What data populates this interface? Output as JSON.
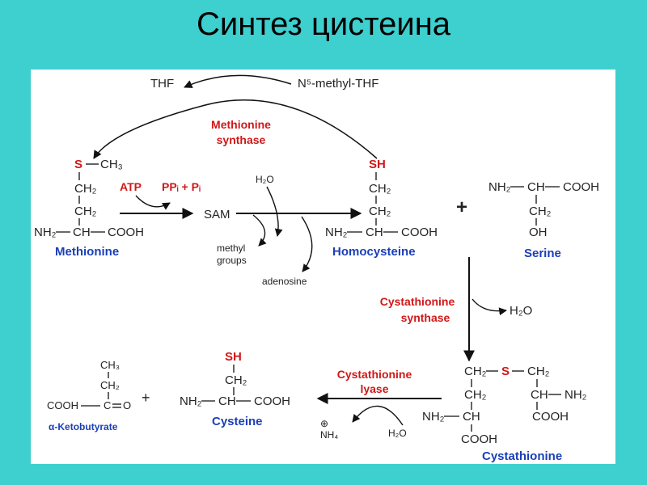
{
  "slide": {
    "title": "Синтез цистеина"
  },
  "diagram": {
    "thf": "THF",
    "n5_methyl_thf": "N⁵-methyl-THF",
    "methionine_synthase": [
      "Methionine",
      "synthase"
    ],
    "methionine": {
      "s": "S",
      "ch3": "CH₃",
      "ch2a": "CH₂",
      "ch2b": "CH₂",
      "nh2": "NH₂",
      "ch": "CH",
      "cooh": "COOH",
      "name": "Methionine"
    },
    "atp": "ATP",
    "ppi_pi": "PPᵢ + Pᵢ",
    "sam": "SAM",
    "h2o_top": "H₂O",
    "methyl_groups": [
      "methyl",
      "groups"
    ],
    "adenosine": "adenosine",
    "homocysteine": {
      "sh": "SH",
      "ch2a": "CH₂",
      "ch2b": "CH₂",
      "nh2": "NH₂",
      "ch": "CH",
      "cooh": "COOH",
      "name": "Homocysteine"
    },
    "plus_right": "+",
    "serine": {
      "nh2": "NH₂",
      "ch": "CH",
      "cooh": "COOH",
      "ch2": "CH₂",
      "oh": "OH",
      "name": "Serine"
    },
    "cystathionine_synthase": [
      "Cystathionine",
      "synthase"
    ],
    "h2o_right": "H₂O",
    "cystathionine": {
      "ch2_left": "CH₂",
      "s": "S",
      "ch2_right": "CH₂",
      "ch2_mid": "CH₂",
      "ch_nh2": "CH",
      "nh2_r": "NH₂",
      "nh2_l": "NH₂",
      "ch_l": "CH",
      "cooh_r": "COOH",
      "cooh_l": "COOH",
      "name": "Cystathionine"
    },
    "cystathionine_lyase": [
      "Cystathionine",
      "lyase"
    ],
    "nh4": "NH₄",
    "nh4_charge": "⊕",
    "h2o_bottom": "H₂O",
    "cysteine": {
      "sh": "SH",
      "ch2": "CH₂",
      "nh2": "NH₂",
      "ch": "CH",
      "cooh": "COOH",
      "name": "Cysteine"
    },
    "plus_left": "+",
    "ketobutyrate": {
      "ch3": "CH₃",
      "ch2": "CH₂",
      "cooh": "COOH",
      "c": "C",
      "o": "O",
      "name": "α-Ketobutyrate"
    }
  }
}
